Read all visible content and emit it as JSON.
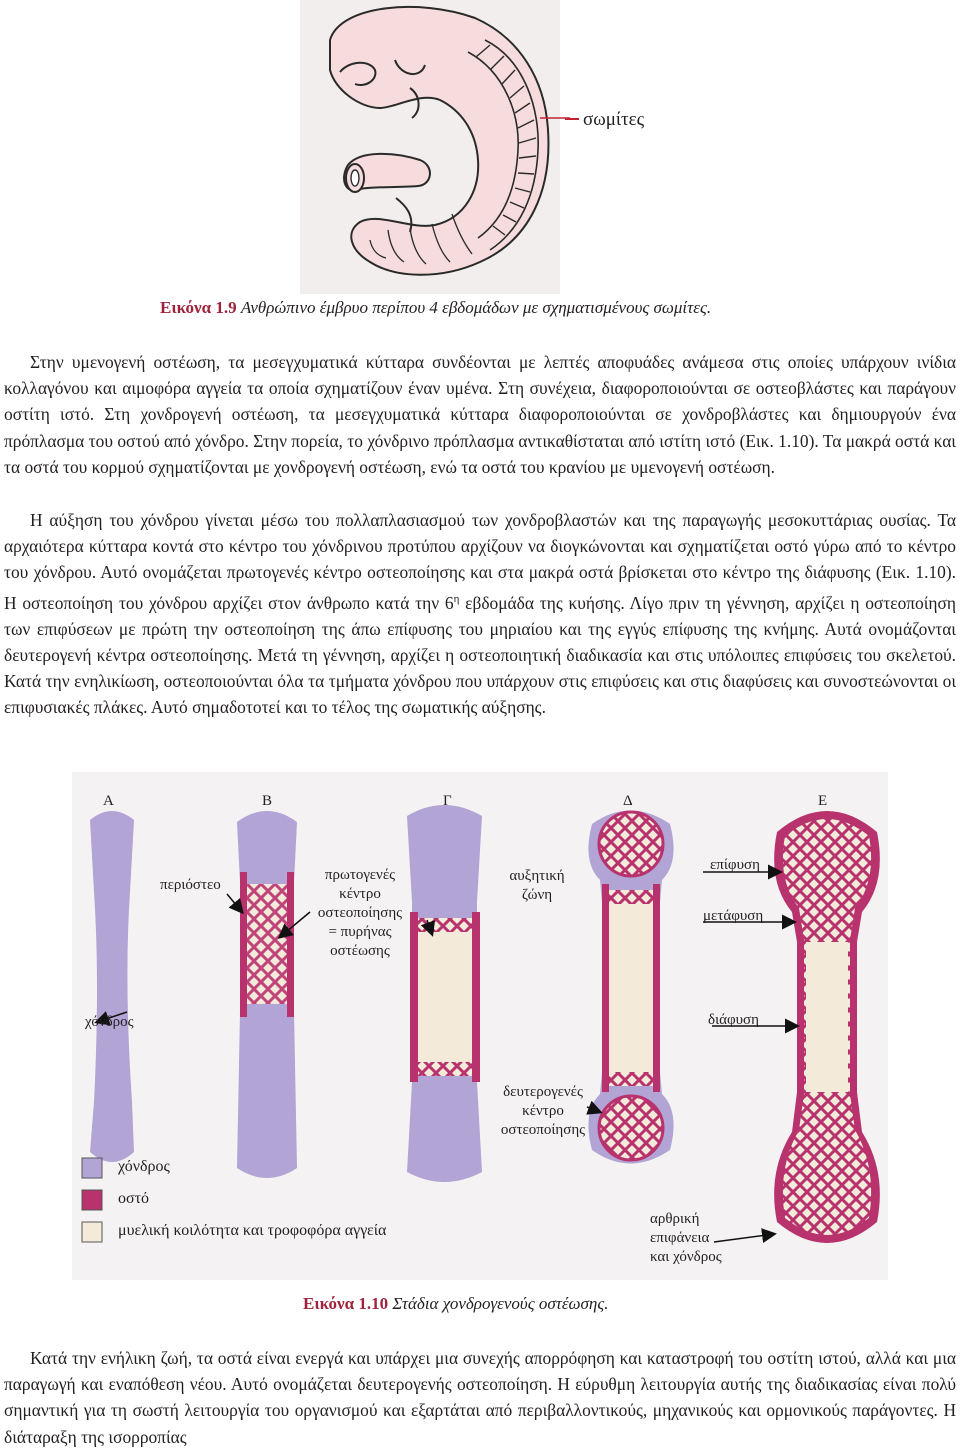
{
  "colors": {
    "accent": "#a0233e",
    "cartilage": "#b3a4d6",
    "bone": "#b8326e",
    "marrow": "#f3ead9",
    "panel_bg": "#f4f2f3"
  },
  "fig1": {
    "label": "σωμίτες",
    "caption_num": "Εικόνα 1.9",
    "caption_text": "Ανθρώπινο έμβρυο περίπου 4 εβδομάδων με σχηματισμένους σωμίτες."
  },
  "body_paragraphs": {
    "p1": "Στην υμενογενή οστέωση, τα μεσεγχυματικά κύτταρα συνδέονται με λεπτές αποφυάδες ανάμεσα στις οποίες υπάρχουν ινίδια κολλαγόνου και αιμοφόρα αγγεία τα οποία σχηματίζουν έναν υμένα. Στη συνέχεια, διαφοροποιούνται σε οστεοβλάστες και παράγουν οστίτη ιστό. Στη χονδρογενή οστέωση, τα μεσεγχυματικά κύτταρα διαφοροποιούνται σε χονδροβλάστες και δημιουργούν ένα πρόπλασμα του οστού από χόνδρο. Στην πορεία, το χόνδρινο πρόπλασμα αντικαθίσταται από ιστίτη ιστό (Εικ. 1.10). Τα μακρά οστά και τα οστά του κορμού σχηματίζονται με χονδρογενή οστέωση, ενώ τα οστά του κρανίου με υμενογενή οστέωση.",
    "p2_part1": "Η αύξηση του χόνδρου γίνεται μέσω του πολλαπλασιασμού των χονδροβλαστών και της παραγωγής μεσοκυττάριας ουσίας. Τα αρχαιότερα κύτταρα κοντά στο κέντρο του χόνδρινου προτύπου αρχίζουν να διογκώνονται και σχηματίζεται οστό γύρω από το κέντρο του χόνδρου. Αυτό ονομάζεται πρωτογενές κέντρο οστεοποίησης και στα μακρά οστά βρίσκεται στο κέντρο της διάφυσης (Εικ. 1.10). Η οστεοποίηση του χόνδρου αρχίζει στον άνθρωπο κατά την 6",
    "p2_sup": "η",
    "p2_part2": " εβδομάδα της κυήσης. Λίγο πριν τη γέννηση, αρχίζει η οστεοποίηση των επιφύσεων με πρώτη την οστεοποίηση της άπω επίφυσης του μηριαίου και της εγγύς επίφυσης της κνήμης. Αυτά ονομάζονται δευτερογενή κέντρα οστεοποίησης. Μετά τη γέννηση, αρχίζει η οστεοποιητική διαδικασία και στις υπόλοιπες επιφύσεις του σκελετού. Κατά την ενηλικίωση, οστεοποιούνται όλα τα τμήματα χόνδρου που υπάρχουν στις επιφύσεις και στις διαφύσεις και συνοστεώνονται οι επιφυσιακές πλάκες. Αυτό σημαδοτοτεί και το τέλος της σωματικής αύξησης.",
    "p3": "Κατά την ενήλικη ζωή, τα οστά είναι ενεργά και υπάρχει μια συνεχής απορρόφηση και καταστροφή του οστίτη ιστού, αλλά και μια παραγωγή και εναπόθεση νέου. Αυτό ονομάζεται δευτερογενής οστεοποίηση. Η εύρυθμη λειτουργία αυτής της διαδικασίας είναι πολύ σημαντική για τη σωστή λειτουργία του οργανισμού και εξαρτάται από περιβαλλοντικούς, μηχανικούς και ορμονικούς παράγοντες. Η διάταραξη της ισορροπίας"
  },
  "fig2": {
    "stages": [
      "Α",
      "Β",
      "Γ",
      "Δ",
      "Ε"
    ],
    "labels": {
      "periosteum": "περιόστεο",
      "primary_center": [
        "πρωτογενές",
        "κέντρο",
        "οστεοποίησης",
        "= πυρήνας",
        "οστέωσης"
      ],
      "growth_zone": [
        "αυξητική",
        "ζώνη"
      ],
      "epiphysis": "επίφυση",
      "metaphysis": "μετάφυση",
      "cartilage": "χόνδρος",
      "diaphysis": "διάφυση",
      "secondary_center": [
        "δευτερογενές",
        "κέντρο",
        "οστεοποίησης"
      ],
      "articular": [
        "αρθρική",
        "επιφάνεια",
        "και χόνδρος"
      ]
    },
    "legend": [
      {
        "label": "χόνδρος",
        "color": "#b3a4d6"
      },
      {
        "label": "οστό",
        "color": "#b8326e"
      },
      {
        "label": "μυελική κοιλότητα και τροφοφόρα αγγεία",
        "color": "#f3ead9"
      }
    ],
    "caption_num": "Εικόνα 1.10",
    "caption_text": "Στάδια χονδρογενούς οστέωσης."
  }
}
